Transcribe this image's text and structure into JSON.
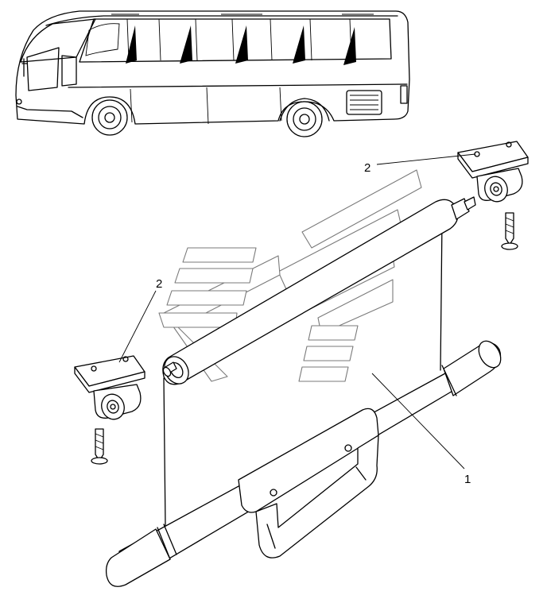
{
  "callouts": [
    {
      "label": "1"
    },
    {
      "label": "2"
    },
    {
      "label": "2"
    }
  ],
  "colors": {
    "line": "#000000",
    "logo": "#7a7a7a",
    "background": "#ffffff"
  }
}
